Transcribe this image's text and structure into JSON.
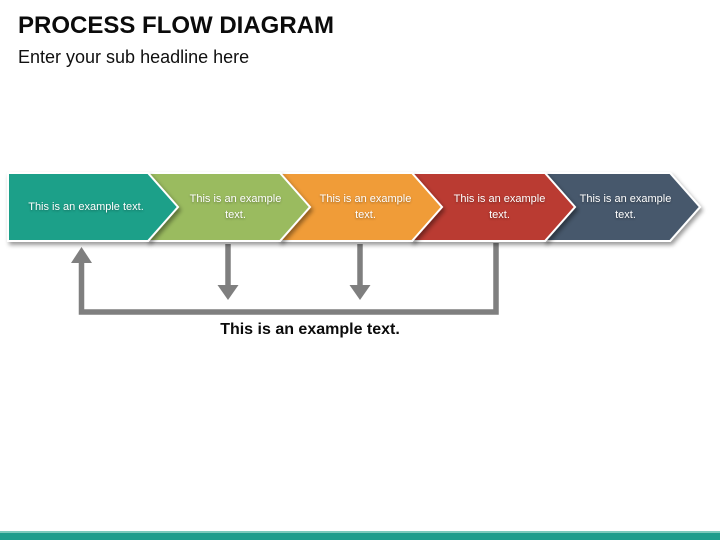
{
  "slide": {
    "title": "PROCESS FLOW DIAGRAM",
    "subtitle": "Enter your sub headline here",
    "caption": "This is an example text.",
    "footer_bar_color": "#1f9d8c"
  },
  "steps": [
    {
      "label": "This is an example text.",
      "color": "#1da089"
    },
    {
      "label": "This is an example text.",
      "color": "#9abb5f"
    },
    {
      "label": "This is an example text.",
      "color": "#f09c37"
    },
    {
      "label": "This is an example text.",
      "color": "#ba3a32"
    },
    {
      "label": "This is an example text.",
      "color": "#46586c"
    }
  ],
  "connectors": {
    "color": "#7f7f7f",
    "arrows": [
      "feedback-loop-from-step-4-to-step-1",
      "down-arrow-from-step-2",
      "down-arrow-from-step-3"
    ]
  }
}
